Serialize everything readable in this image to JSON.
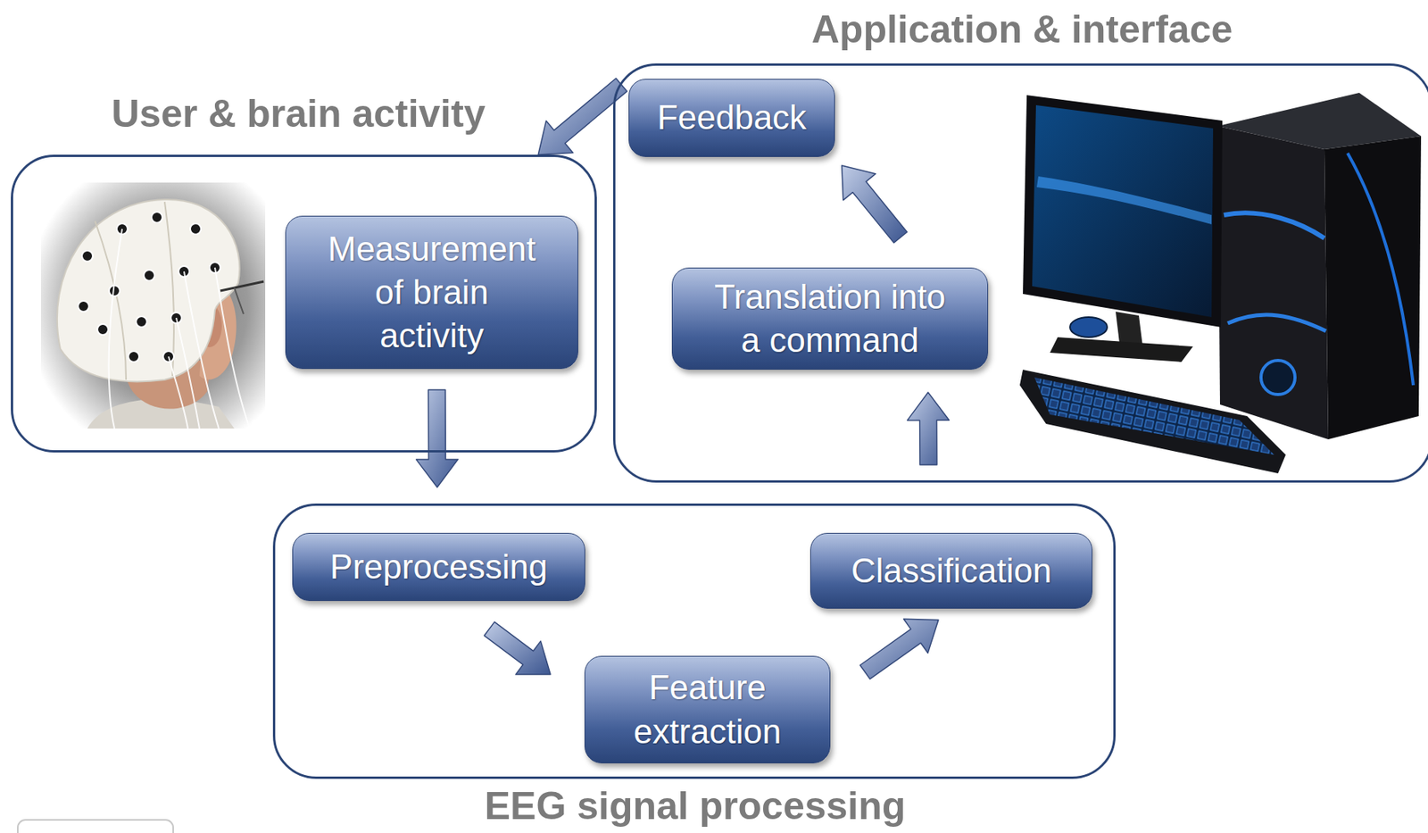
{
  "diagram": {
    "nodes": [
      {
        "text": [
          "User & brain activity"
        ]
      },
      {
        "text": [
          "Measurement of brain activity"
        ],
        "in": 0
      },
      {
        "text": [
          "Application & interface"
        ]
      },
      {
        "text": [
          "Feedback"
        ],
        "in": 2
      },
      {
        "text": [
          "Translation into a command"
        ],
        "in": 2
      },
      {
        "text": [
          "EEG signal processing"
        ]
      },
      {
        "text": [
          "Preprocessing"
        ],
        "in": 5
      },
      {
        "text": [
          "Feature extraction"
        ],
        "in": 5
      },
      {
        "text": [
          "Classification"
        ],
        "in": 5
      }
    ],
    "edges": [
      {
        "from": 3,
        "to": 0,
        "arrow": "to"
      },
      {
        "from": 1,
        "to": 5,
        "arrow": "to"
      },
      {
        "from": 6,
        "to": 7,
        "arrow": "to"
      },
      {
        "from": 7,
        "to": 8,
        "arrow": "to"
      },
      {
        "from": 8,
        "to": 4,
        "arrow": "to"
      },
      {
        "from": 4,
        "to": 3,
        "arrow": "to"
      }
    ]
  }
}
